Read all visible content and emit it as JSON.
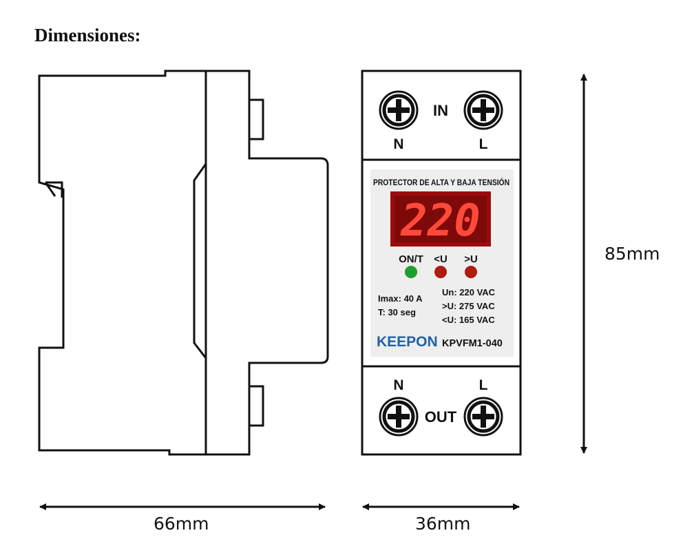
{
  "title": "Dimensiones:",
  "dimensions": {
    "depth": "66mm",
    "width": "36mm",
    "height": "85mm"
  },
  "device": {
    "terminals_top": {
      "label": "IN",
      "left": "N",
      "right": "L"
    },
    "terminals_bottom": {
      "label": "OUT",
      "left": "N",
      "right": "L"
    },
    "panel_heading": "PROTECTOR DE ALTA Y BAJA TENSIÓN",
    "display_value": "220",
    "indicators": [
      {
        "label": "ON/T",
        "color": "#1e9e2e"
      },
      {
        "label": "<U",
        "color": "#b01a10"
      },
      {
        "label": ">U",
        "color": "#b01a10"
      }
    ],
    "specs_left": [
      "Imax: 40 A",
      "T: 30 seg"
    ],
    "specs_right": [
      "Un: 220 VAC",
      ">U: 275 VAC",
      "<U: 165 VAC"
    ],
    "brand": "KEEPON",
    "model": "KPVFM1-040"
  },
  "colors": {
    "brand": "#1f62a8",
    "display_bg": "#9a0c0c",
    "display_digits": "#ff4a3a",
    "panel_bg": "#eeeeee"
  }
}
